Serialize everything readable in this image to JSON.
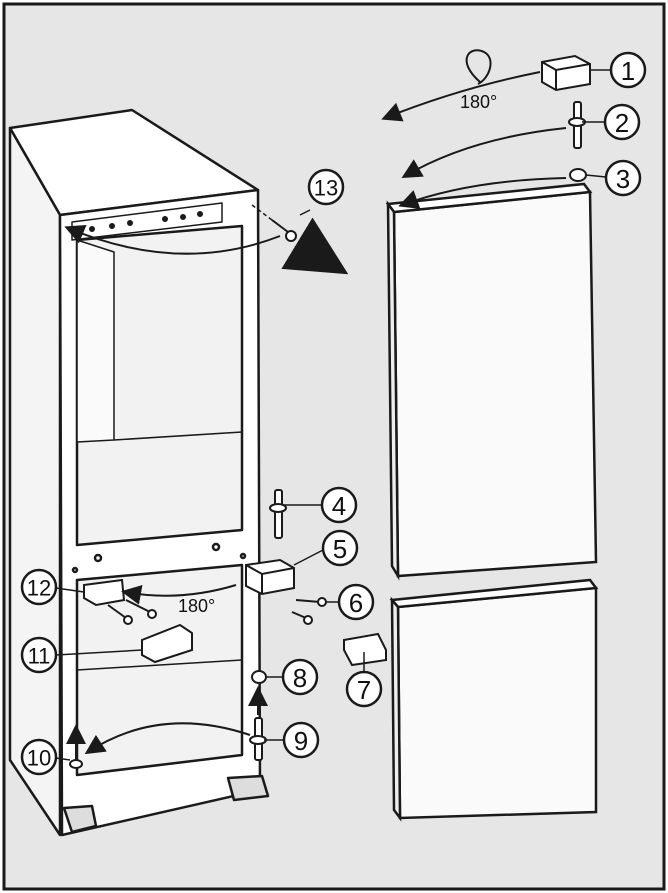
{
  "colors": {
    "background": "#e6e6e6",
    "line": "#1a1a1a",
    "white": "#ffffff"
  },
  "rotation_labels": [
    "180°",
    "180°"
  ],
  "callouts": [
    "1",
    "2",
    "3",
    "4",
    "5",
    "6",
    "7",
    "8",
    "9",
    "10",
    "11",
    "12",
    "13"
  ]
}
